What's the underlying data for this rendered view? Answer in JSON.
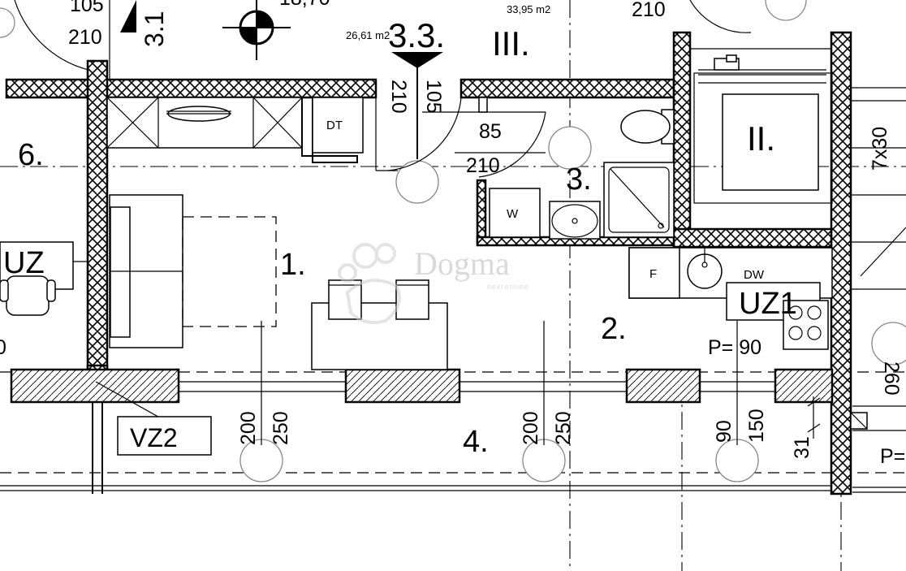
{
  "rooms": {
    "living": "1.",
    "kitchen": "2.",
    "bathroom": "3.",
    "terrace": "4.",
    "left_room": "6.",
    "room_ii": "II.",
    "room_iii": "III.",
    "section_33": "3.3.",
    "section_31": "3.1"
  },
  "areas": {
    "area_2661": "26,61 m2",
    "area_3395": "33,95 m2",
    "area_top_partial": "18,70"
  },
  "dimensions": {
    "d105_top_left": "105",
    "d210_top_left": "210",
    "d210_top_right": "210",
    "d210_vertical": "210",
    "d105_vertical": "105",
    "d85": "85",
    "d210_horizontal": "210",
    "d7x30": "7x30",
    "d260": "260",
    "d200_a": "200",
    "d250_a": "250",
    "d200_b": "200",
    "d250_b": "250",
    "d90": "90",
    "d150": "150",
    "d31": "31",
    "d0_partial": "0"
  },
  "annotations": {
    "vz2": "VZ2",
    "uz": "UZ",
    "uz1": "UZ1",
    "p90": "P= 90",
    "p_partial": "P=",
    "dt": "DT",
    "dw": "DW",
    "w": "W",
    "f": "F"
  },
  "watermark": {
    "brand": "Dogma",
    "tagline": "nekretnine"
  },
  "colors": {
    "line": "#000000",
    "grid_circle": "#888888",
    "watermark": "#d9d9d9",
    "background": "#ffffff"
  }
}
